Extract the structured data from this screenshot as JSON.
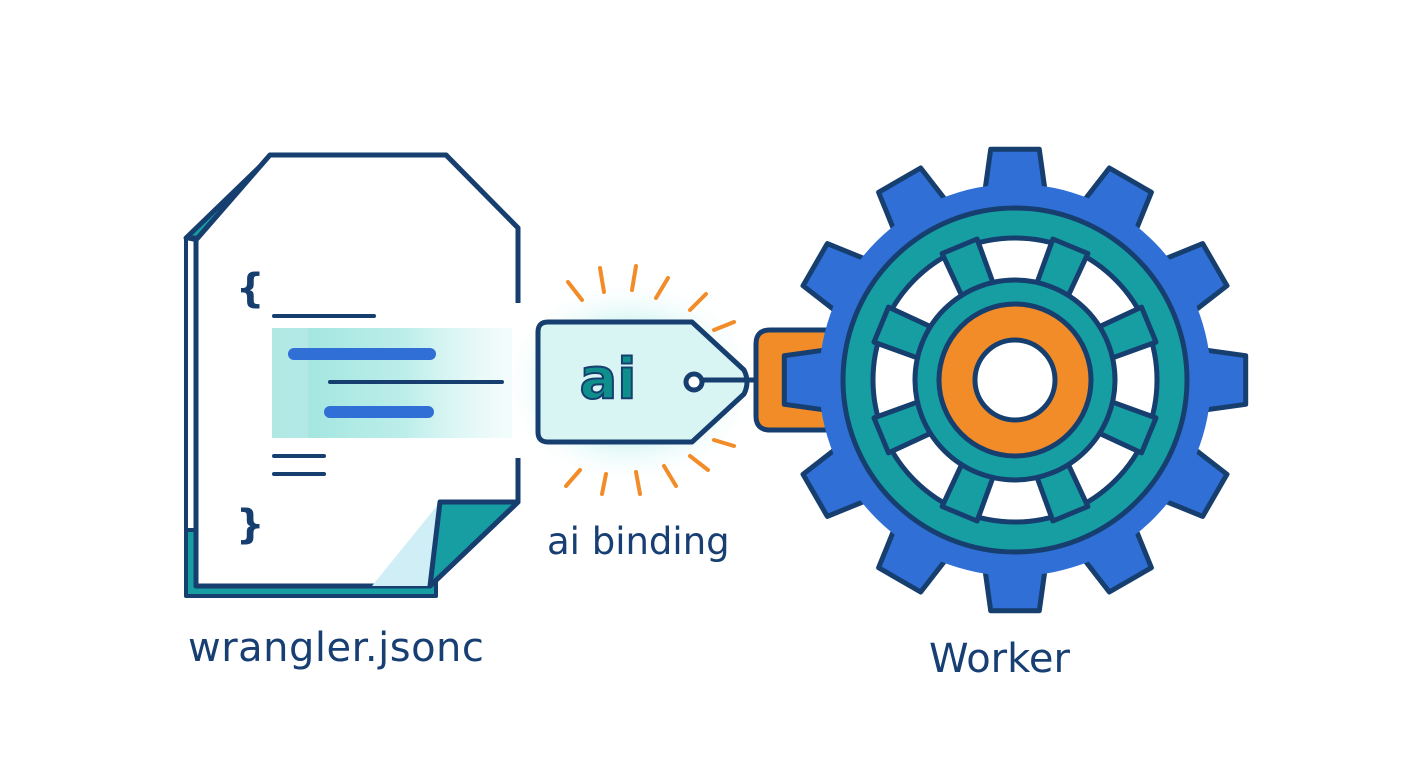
{
  "file": {
    "name": "wrangler.jsonc",
    "open_brace": "{",
    "close_brace": "}"
  },
  "binding": {
    "tag_text": "ai",
    "label": "ai binding"
  },
  "worker": {
    "label": "Worker"
  },
  "colors": {
    "outline": "#163f6f",
    "teal": "#169ea3",
    "blue": "#2f6fd6",
    "orange": "#f28c28",
    "glow": "#7fe0dc",
    "text": "#173f73"
  },
  "icons": [
    "document-icon",
    "tag-icon",
    "gear-icon"
  ]
}
